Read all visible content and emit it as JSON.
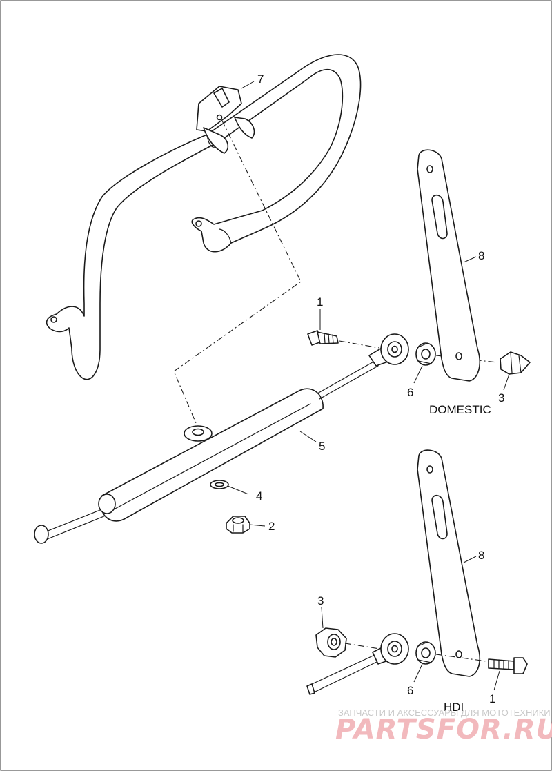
{
  "callouts": {
    "c7": "7",
    "c8_top": "8",
    "c1_top": "1",
    "c6_top": "6",
    "c3_top": "3",
    "c5": "5",
    "c4": "4",
    "c2": "2",
    "c8_bottom": "8",
    "c3_bottom": "3",
    "c6_bottom": "6",
    "c1_bottom": "1"
  },
  "labels": {
    "domestic": "DOMESTIC",
    "hdi": "HDI"
  },
  "watermark": {
    "line1": "ЗАПЧАСТИ И АКСЕССУАРЫ ДЛЯ МОТОТЕХНИКИ",
    "line2": "PARTSFOR.RU"
  },
  "colors": {
    "line": "#1a1a1a",
    "frame": "#555555",
    "watermark_text": "#c9c9c9",
    "watermark_logo": "#f2b9bd"
  }
}
